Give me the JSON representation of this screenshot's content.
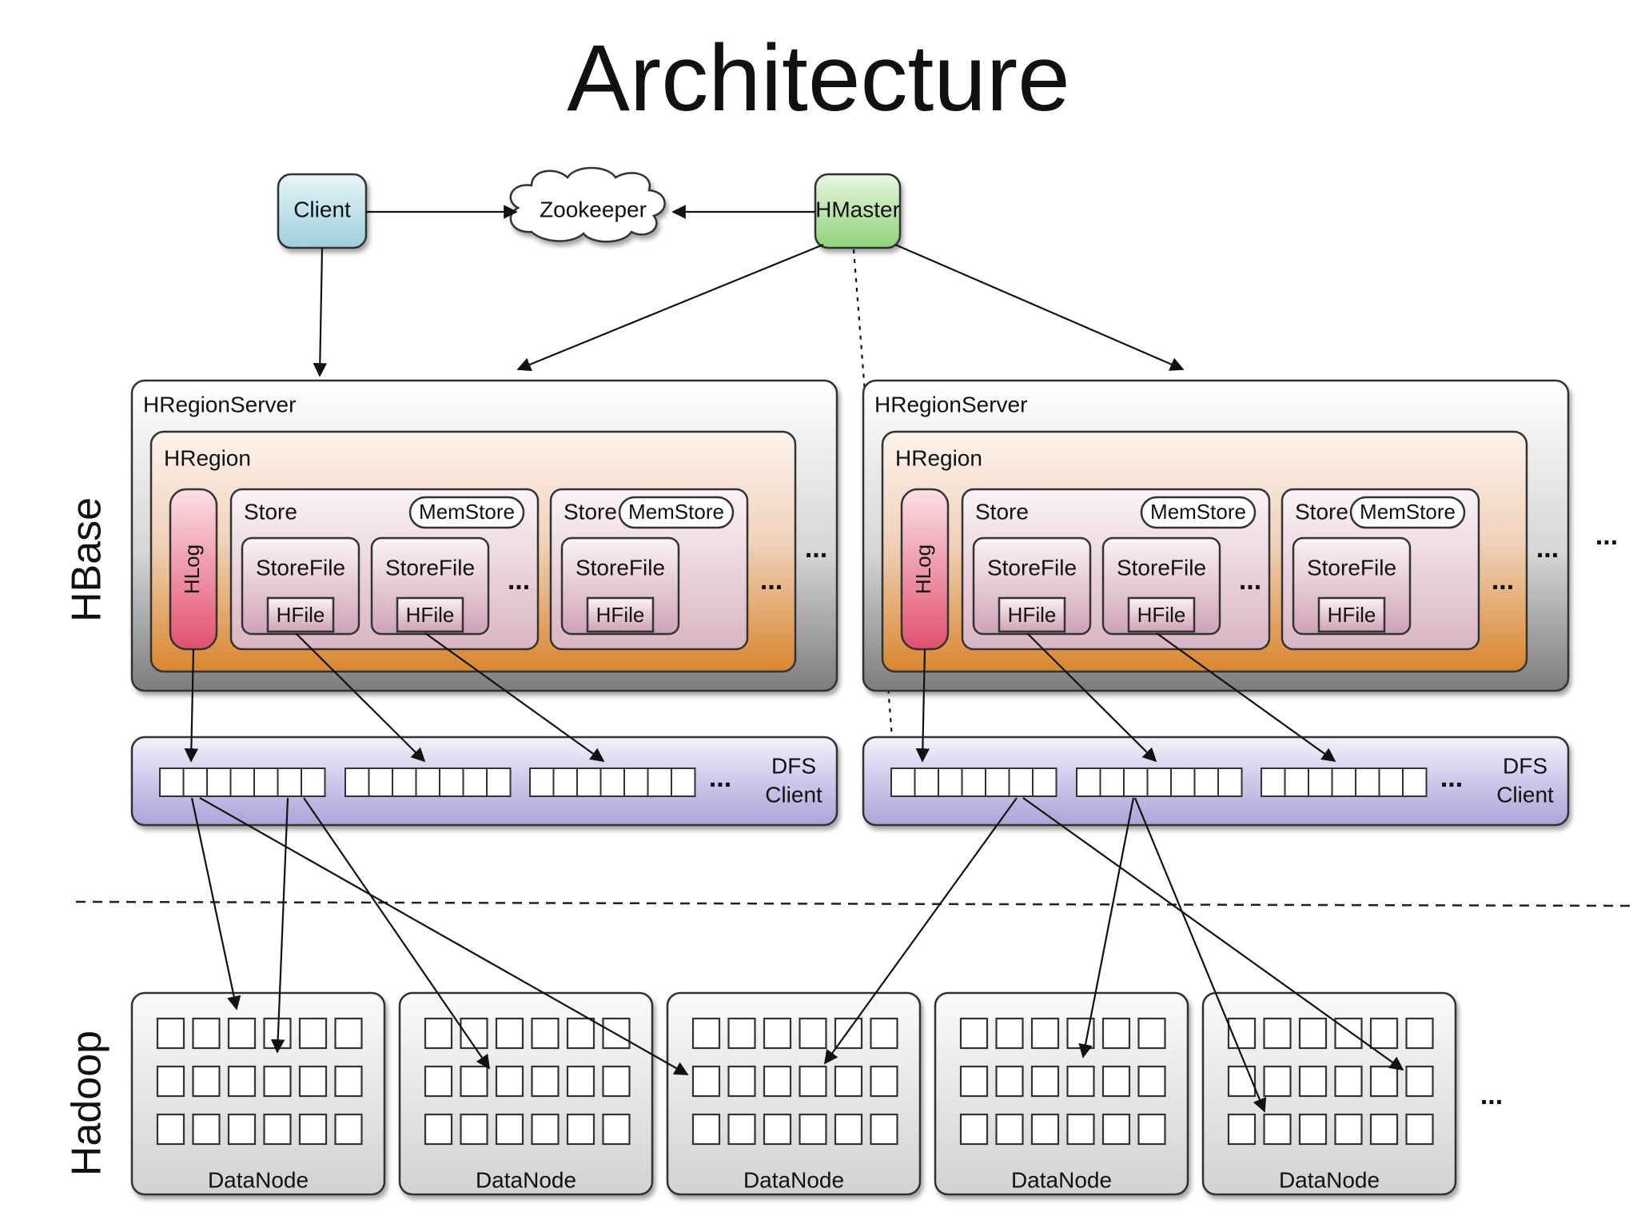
{
  "title": "Architecture",
  "side_labels": {
    "hbase": "HBase",
    "hadoop": "Hadoop"
  },
  "top": {
    "client": "Client",
    "zookeeper": "Zookeeper",
    "hmaster": "HMaster"
  },
  "region_servers": [
    {
      "label": "HRegionServer",
      "region_label": "HRegion",
      "hlog": "HLog",
      "stores": [
        {
          "label": "Store",
          "memstore": "MemStore",
          "storefiles": [
            {
              "label": "StoreFile",
              "hfile": "HFile"
            },
            {
              "label": "StoreFile",
              "hfile": "HFile"
            }
          ],
          "more": "..."
        },
        {
          "label": "Store",
          "memstore": "MemStore",
          "storefiles": [
            {
              "label": "StoreFile",
              "hfile": "HFile"
            }
          ],
          "more": "..."
        }
      ],
      "region_more": "...",
      "dfs_client": [
        "DFS",
        "Client"
      ],
      "dfs_more": "..."
    },
    {
      "label": "HRegionServer",
      "region_label": "HRegion",
      "hlog": "HLog",
      "stores": [
        {
          "label": "Store",
          "memstore": "MemStore",
          "storefiles": [
            {
              "label": "StoreFile",
              "hfile": "HFile"
            },
            {
              "label": "StoreFile",
              "hfile": "HFile"
            }
          ],
          "more": "..."
        },
        {
          "label": "Store",
          "memstore": "MemStore",
          "storefiles": [
            {
              "label": "StoreFile",
              "hfile": "HFile"
            }
          ],
          "more": "..."
        }
      ],
      "region_more": "...",
      "dfs_client": [
        "DFS",
        "Client"
      ],
      "dfs_more": "..."
    }
  ],
  "servers_more": "...",
  "datanodes": [
    "DataNode",
    "DataNode",
    "DataNode",
    "DataNode",
    "DataNode"
  ],
  "datanodes_more": "...",
  "colors": {
    "client": "#9fcfdc",
    "hmaster": "#8fd27a",
    "hlog": "#e2506e",
    "region_fill": "#d9862e",
    "server_fill": "#8c8c8c",
    "dfs_fill": "#aea3d8",
    "datanode_fill": "#d2d2d2"
  }
}
